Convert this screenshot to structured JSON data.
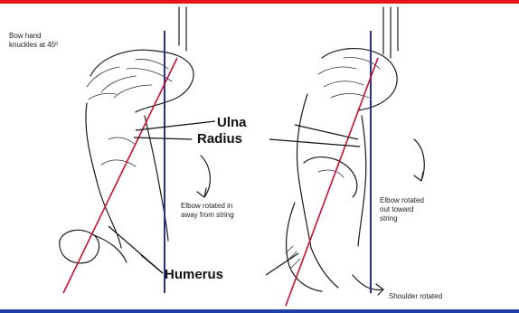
{
  "labels": {
    "bow_hand": [
      "Bow hand",
      "knuckles at 45º"
    ],
    "ulna": "Ulna",
    "radius": "Radius",
    "humerus": "Humerus",
    "elbow_left": [
      "Elbow rotated in",
      "away from string"
    ],
    "elbow_right": [
      "Elbow rotated",
      "out toward",
      "string"
    ],
    "shoulder": "Shoulder rotated"
  },
  "colors": {
    "red_line": "#c8102e",
    "blue_line": "#2b2f8f",
    "top_border": "#e8141c",
    "bottom_border": "#1f3fa8"
  }
}
